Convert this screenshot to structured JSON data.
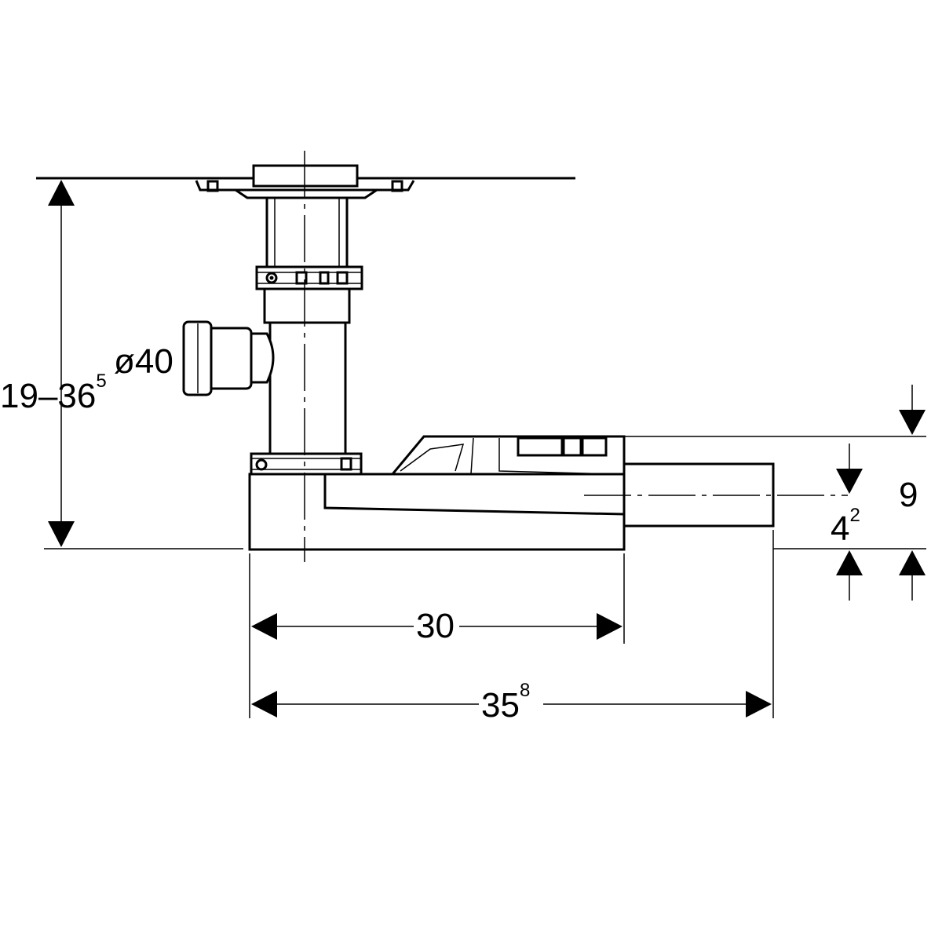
{
  "dimensions": {
    "height_range": {
      "main": "19–36",
      "sup": "5"
    },
    "pipe_diameter": "ø40",
    "outlet_height": "9",
    "outlet_axis": {
      "main": "4",
      "sup": "2"
    },
    "body_length": "30",
    "total_length": {
      "main": "35",
      "sup": "8"
    }
  }
}
